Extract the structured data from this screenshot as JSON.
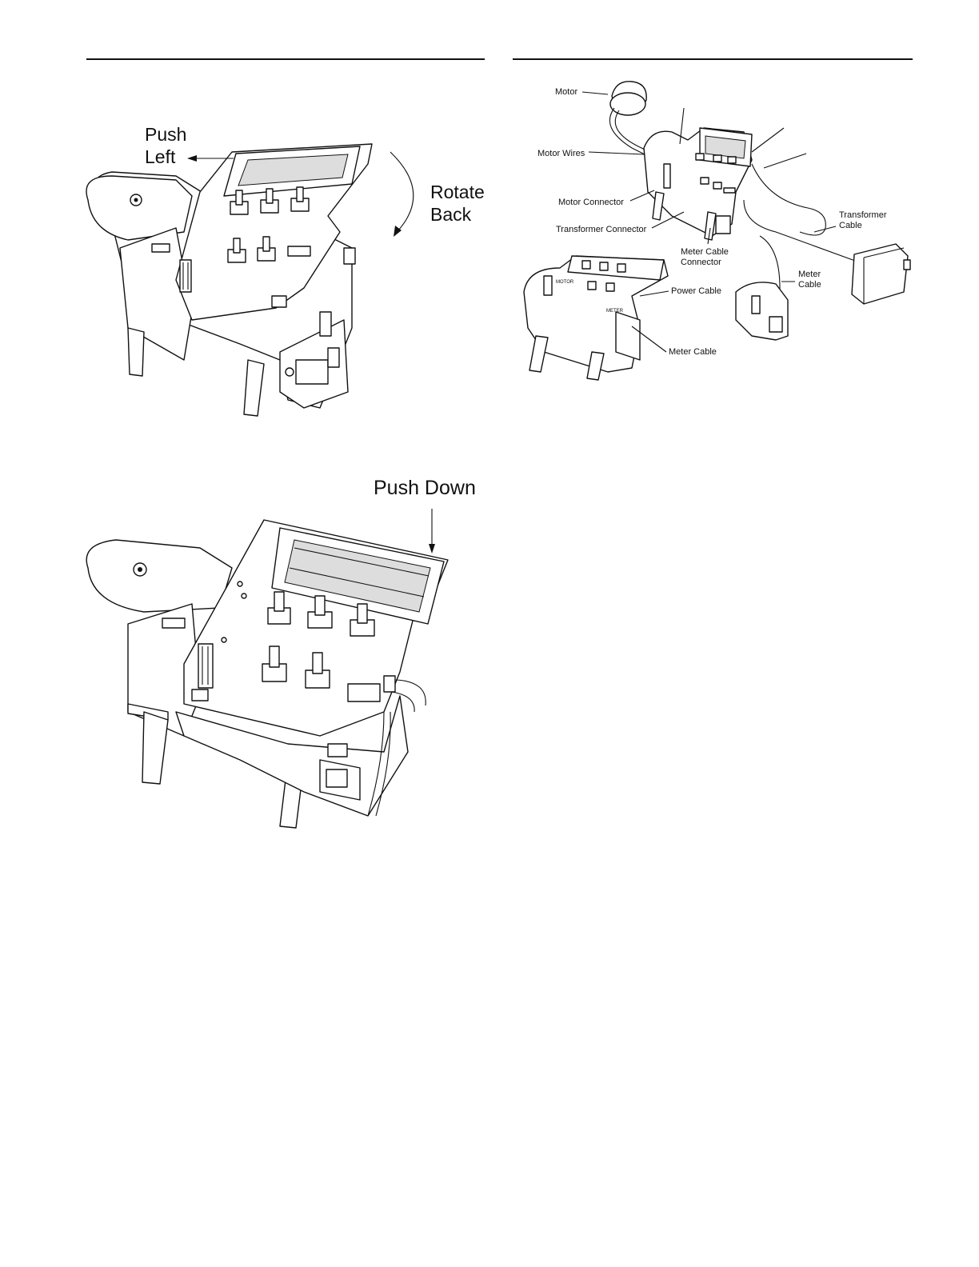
{
  "figure_top_left": {
    "label_push_left": "Push\nLeft",
    "label_rotate_back": "Rotate\nBack"
  },
  "figure_bottom_left": {
    "label_push_down": "Push Down"
  },
  "figure_right": {
    "callouts": {
      "motor": "Motor",
      "motor_wires": "Motor Wires",
      "motor_connector": "Motor Connector",
      "transformer_connector": "Transformer Connector",
      "transformer_cable": "Transformer\nCable",
      "meter_cable_connector": "Meter Cable\nConnector",
      "meter_cable_upper": "Meter\nCable",
      "power_cable": "Power Cable",
      "meter_cable_lower": "Meter Cable"
    },
    "board_silkscreen": {
      "motor": "MOTOR",
      "meter": "METER"
    }
  }
}
